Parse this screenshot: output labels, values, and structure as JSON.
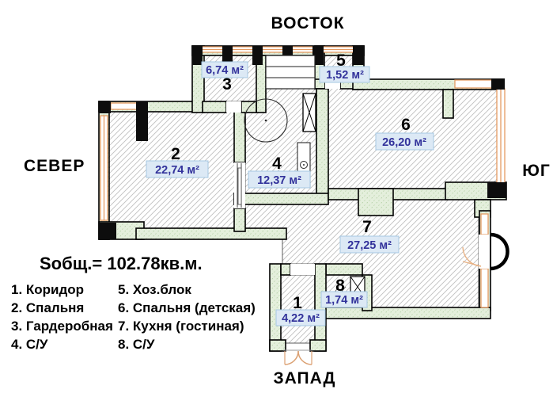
{
  "compass": {
    "east": "ВОСТОК",
    "north": "СЕВЕР",
    "south": "ЮГ",
    "west": "ЗАПАД"
  },
  "total_area_label": "Sобщ.= 102.78кв.м.",
  "legend": {
    "left": [
      "1. Коридор",
      "2. Спальня",
      "3. Гардеробная",
      "4. С/У"
    ],
    "right": [
      "5. Хоз.блок",
      "6. Спальня (детская)",
      "7. Кухня (гостиная)",
      "8. С/У"
    ]
  },
  "rooms": [
    {
      "number": "1",
      "name": "Коридор",
      "area": "4,22 м²"
    },
    {
      "number": "2",
      "name": "Спальня",
      "area": "22,74 м²"
    },
    {
      "number": "3",
      "name": "Гардеробная",
      "area": "6,74 м²"
    },
    {
      "number": "4",
      "name": "С/У",
      "area": "12,37 м²"
    },
    {
      "number": "5",
      "name": "Хоз.блок",
      "area": "1,52 м²"
    },
    {
      "number": "6",
      "name": "Спальня (детская)",
      "area": "26,20 м²"
    },
    {
      "number": "7",
      "name": "Кухня (гостиная)",
      "area": "27,25 м²"
    },
    {
      "number": "8",
      "name": "С/У",
      "area": "1,74 м²"
    }
  ],
  "colors": {
    "area_label_text": "#32329b",
    "area_label_bg": "#dce9f5",
    "area_label_border": "#a6c8e2",
    "wall_fill": "#e4efdc",
    "window_orange": "#e49a62",
    "hatch_gray": "#c0c0c0"
  }
}
